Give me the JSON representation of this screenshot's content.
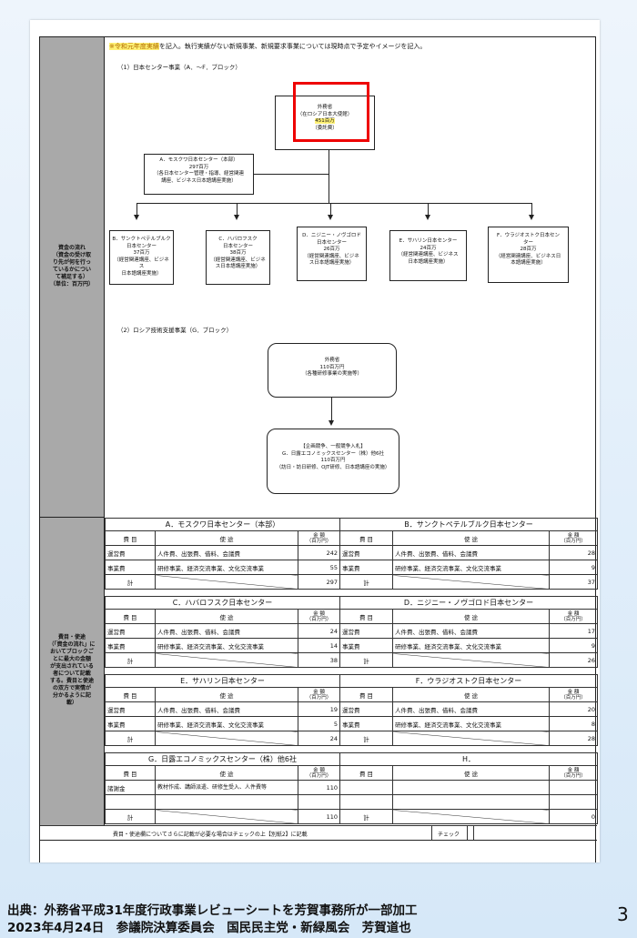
{
  "note": {
    "highlight": "※令和元年度実績",
    "rest": "を記入。執行実績がない新規事業、新規要求事業については現時点で予定やイメージを記入。"
  },
  "sidebar": {
    "funds_label": [
      "資金の流れ",
      "（資金の受け取",
      "り先が何を行っ",
      "ているかについ",
      "て補足する）",
      "（単位：百万円）"
    ],
    "exp_label": [
      "費目・使途",
      "（「資金の流れ」に",
      "おいてブロックご",
      "とに最大の金額",
      "が支出されている",
      "者について記載",
      "する。費目と使途",
      "の双方で実情が",
      "分かるように記",
      "載）"
    ]
  },
  "section1": "（1）日本センター事業（A．～F．ブロック）",
  "section2": "（2）ロシア技術支援事業（G．ブロック）",
  "mofa_box": {
    "line1": "外務省",
    "line2": "（在ロシア日本大使館）",
    "amount": "451百万",
    "line4": "（委託費）"
  },
  "boxA": {
    "line1": "A．モスクワ日本センター（本部）",
    "line2": "297百万",
    "line3": "（各日本センター管理・指導、経営関連",
    "line4": "講座、ビジネス日本語講座実施）"
  },
  "centers": [
    {
      "l1": "B．サンクトペテルブルク",
      "l2": "日本センター",
      "l3": "37百万",
      "l4": "（経営関連講座、ビジネス",
      "l5": "日本語講座実施）"
    },
    {
      "l1": "C．ハバロフスク",
      "l2": "日本センター",
      "l3": "38百万",
      "l4": "（経営関連講座、ビジネ",
      "l5": "ス日本語講座実施）"
    },
    {
      "l1": "D．ニジニー・ノヴゴロド",
      "l2": "日本センター",
      "l3": "26百万",
      "l4": "（経営関連講座、ビジネ",
      "l5": "ス日本語講座実施）"
    },
    {
      "l1": "E．サハリン日本センター",
      "l2": "24百万",
      "l3": "（経営関連講座、ビジネス",
      "l4": "日本語講座実施）",
      "l5": ""
    },
    {
      "l1": "F．ウラジオストク日本セン",
      "l2": "ター",
      "l3": "28百万",
      "l4": "（経営関連講座、ビジネス日",
      "l5": "本語講座実施）"
    }
  ],
  "mofa2": {
    "line1": "外務省",
    "line2": "110百万円",
    "line3": "（各種研修事業の実施等）"
  },
  "boxG": {
    "line1": "【企画競争、一般競争入札】",
    "line2": "G．日露エコノミックスセンター（株）他6社",
    "line3": "110百万円",
    "line4": "（訪日・訪日研修、OJT研修、日本語講座の実施）"
  },
  "hdr": {
    "himoku": "費 目",
    "shito": "使 途",
    "kingaku1": "金 額",
    "kingaku2": "（百万円）",
    "kei": "計"
  },
  "tables": [
    {
      "title": "A．モスクワ日本センター（本部）",
      "rows": [
        {
          "h": "運営費",
          "s": "人件費、出張費、借料、会議費",
          "v": "242"
        },
        {
          "h": "事業費",
          "s": "研修事業、経済交流事業、文化交流事業",
          "v": "55"
        }
      ],
      "total": "297"
    },
    {
      "title": "B．サンクトペテルブルク日本センター",
      "rows": [
        {
          "h": "運営費",
          "s": "人件費、出張費、借料、会議費",
          "v": "28"
        },
        {
          "h": "事業費",
          "s": "研修事業、経済交流事業、文化交流事業",
          "v": "9"
        }
      ],
      "total": "37"
    },
    {
      "title": "C．ハバロフスク日本センター",
      "rows": [
        {
          "h": "運営費",
          "s": "人件費、出張費、借料、会議費",
          "v": "24"
        },
        {
          "h": "事業費",
          "s": "研修事業、経済交流事業、文化交流事業",
          "v": "14"
        }
      ],
      "total": "38"
    },
    {
      "title": "D．ニジニー・ノヴゴロド日本センター",
      "rows": [
        {
          "h": "運営費",
          "s": "人件費、出張費、借料、会議費",
          "v": "17"
        },
        {
          "h": "事業費",
          "s": "研修事業、経済交流事業、文化交流事業",
          "v": "9"
        }
      ],
      "total": "26"
    },
    {
      "title": "E．サハリン日本センター",
      "rows": [
        {
          "h": "運営費",
          "s": "人件費、出張費、借料、会議費",
          "v": "19"
        },
        {
          "h": "事業費",
          "s": "研修事業、経済交流事業、文化交流事業",
          "v": "5"
        }
      ],
      "total": "24"
    },
    {
      "title": "F．ウラジオストク日本センター",
      "rows": [
        {
          "h": "運営費",
          "s": "人件費、出張費、借料、会議費",
          "v": "20"
        },
        {
          "h": "事業費",
          "s": "研修事業、経済交流事業、文化交流事業",
          "v": "8"
        }
      ],
      "total": "28"
    },
    {
      "title": "G．日露エコノミックスセンター（株）他6社",
      "rows": [
        {
          "h": "諸謝金",
          "s": "教材作成、講師派遣、研修生受入、人件費等",
          "v": "110"
        }
      ],
      "total": "110"
    },
    {
      "title": "H．",
      "rows": [
        {
          "h": "",
          "s": "",
          "v": ""
        }
      ],
      "total": "0"
    }
  ],
  "bottom_note": "費目・使途欄についてさらに記載が必要な場合はチェックの上【別紙2】に記載",
  "check_label": "チェック",
  "footer": {
    "line1": "出典：外務省平成31年度行政事業レビューシートを芳賀事務所が一部加工",
    "line2": "2023年4月24日　参議院決算委員会　国民民主党・新緑風会　芳賀道也"
  },
  "page_number": "3"
}
